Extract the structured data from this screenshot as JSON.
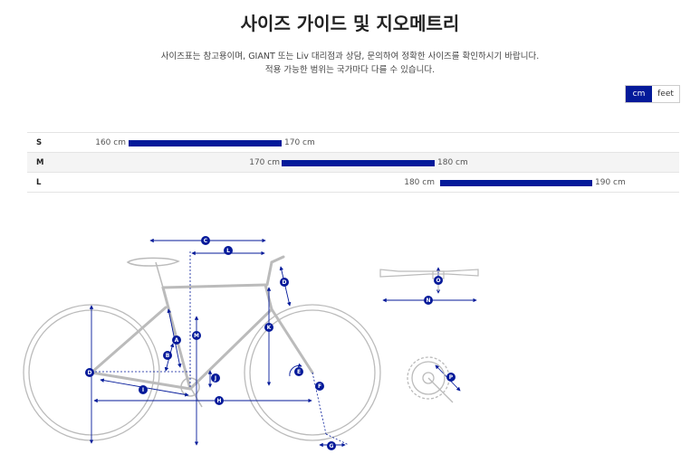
{
  "page": {
    "title": "사이즈 가이드 및 지오메트리",
    "description_line1": "사이즈표는 참고용이며, GIANT 또는 Liv 대리점과 상담, 문의하여 정확한 사이즈를 확인하시기 바랍니다.",
    "description_line2": "적용 가능한 범위는 국가마다 다를 수 있습니다."
  },
  "unit_toggle": {
    "cm_label": "cm",
    "feet_label": "feet",
    "selected": "cm"
  },
  "sizes": [
    {
      "size": "S",
      "min_label": "160 cm",
      "max_label": "170 cm",
      "min": 160,
      "max": 170
    },
    {
      "size": "M",
      "min_label": "170 cm",
      "max_label": "180 cm",
      "min": 170,
      "max": 180
    },
    {
      "size": "L",
      "min_label": "180 cm",
      "max_label": "190 cm",
      "min": 180,
      "max": 190
    }
  ],
  "geometry_labels": [
    "A",
    "B",
    "C",
    "D",
    "E",
    "F",
    "G",
    "H",
    "I",
    "J",
    "K",
    "L",
    "M",
    "N",
    "O",
    "P"
  ],
  "colors": {
    "accent": "#041a9a",
    "frame": "#bbbbbb",
    "dim": "#041a9a"
  }
}
